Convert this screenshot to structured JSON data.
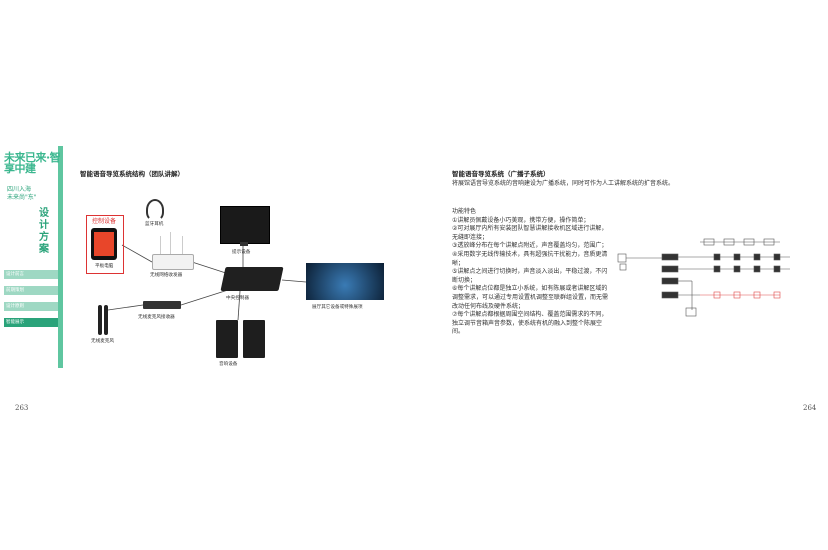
{
  "left_page": {
    "logo": "未来已来·智享中建",
    "tagline": [
      "四川入海",
      "未来尚\"东\""
    ],
    "chapter_title": "设计方案",
    "menu": [
      "设计前言",
      "前期策划",
      "设计原则",
      "智能展示"
    ],
    "heading": "智能语音导览系统结构（团队讲解）",
    "page_number": "263",
    "diagram_labels": {
      "control": "控制设备",
      "tablet": "平板电脑",
      "headset": "蓝牙耳机",
      "router": "无线网络收发器",
      "monitor": "提示设备",
      "controller": "中央控制器",
      "display": "展厅其它设备或特殊展项",
      "receiver": "无线麦克风接收器",
      "mic": "无线麦克风",
      "speaker": "音响设备"
    }
  },
  "right_page": {
    "heading": "智能语音导览系统（广播子系统）",
    "subheading": "将展馆语音导览系统的音响建设为广播系统，同时可作为人工讲解系统的扩音系统。",
    "features_title": "功能特色",
    "features": [
      "①讲解员佩戴设备小巧美观，携带方便，操作简单；",
      "②可对展厅内所有安装团队智慧讲解接收机区域进行讲解，无缝即连接；",
      "③透放峰分布在每个讲解点附近，声音覆盖均匀，范围广；",
      "④采用数字无线传输技术，具有超强抗干扰能力，音质更清晰；",
      "⑤讲解点之间进行切换时，声音淡入淡出，平稳过渡，不闪断切换；",
      "⑥每个讲解点位都是独立小系统，如有陈展或者讲解区域的调整需求，可以通过专用设置机调整至联群组设置，而无需改动任何布线及硬件系统；",
      "⑦每个讲解点都根据周围空间结构、覆盖范围需求的不同，独立调节音箱声音参数，使系统有机的融入到整个陈展空间。"
    ],
    "page_number": "264"
  },
  "colors": {
    "accent": "#2aa37a",
    "rail": "#5fc6a0",
    "alert": "#dd3333"
  }
}
